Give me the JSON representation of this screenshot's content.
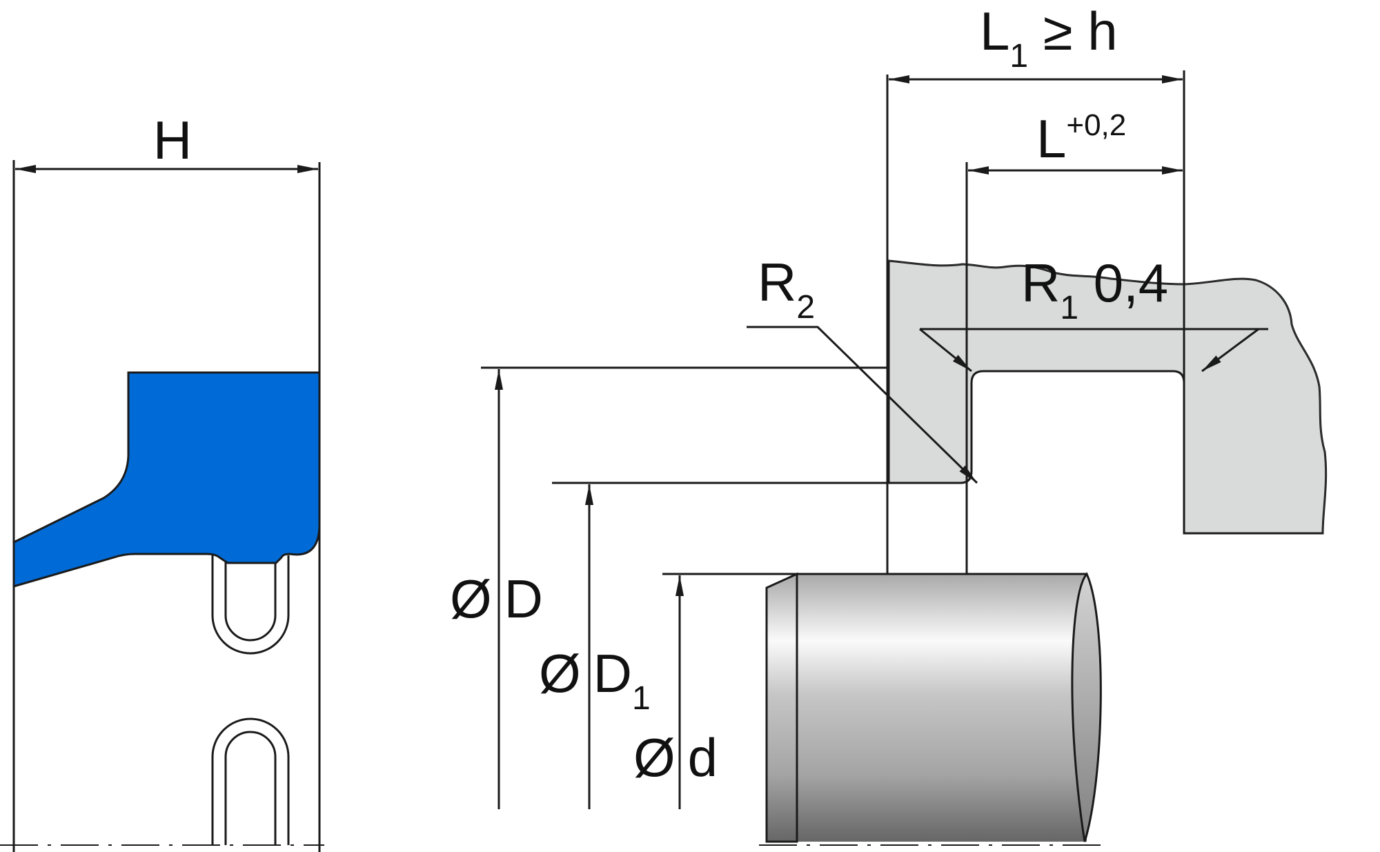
{
  "title": "Rod seal installation drawing",
  "colors": {
    "seal_fill": "#006bd6",
    "housing_fill": "#d9dbdb",
    "outline": "#1a1a1a",
    "shaft_light": "#fafafa",
    "shaft_dark": "#666666"
  },
  "labels": {
    "seal_width": {
      "main": "H"
    },
    "groove_outer_length": {
      "main": "L",
      "sub": "1",
      "rest": " ≥ h"
    },
    "groove_length": {
      "main": "L",
      "sup": "+0,2"
    },
    "radius_2": {
      "main": "R",
      "sub": "2"
    },
    "radius_1": {
      "main": "R",
      "sub": "1",
      "rest": " 0,4"
    },
    "diameter_D": {
      "symbol": "Ø",
      "main": "D"
    },
    "diameter_D1": {
      "symbol": "Ø",
      "main": "D",
      "sub": "1"
    },
    "diameter_d": {
      "symbol": "Ø",
      "main": "d"
    }
  },
  "parts": [
    "seal cross-section",
    "spring clip",
    "housing groove",
    "rod / shaft",
    "centerline"
  ]
}
